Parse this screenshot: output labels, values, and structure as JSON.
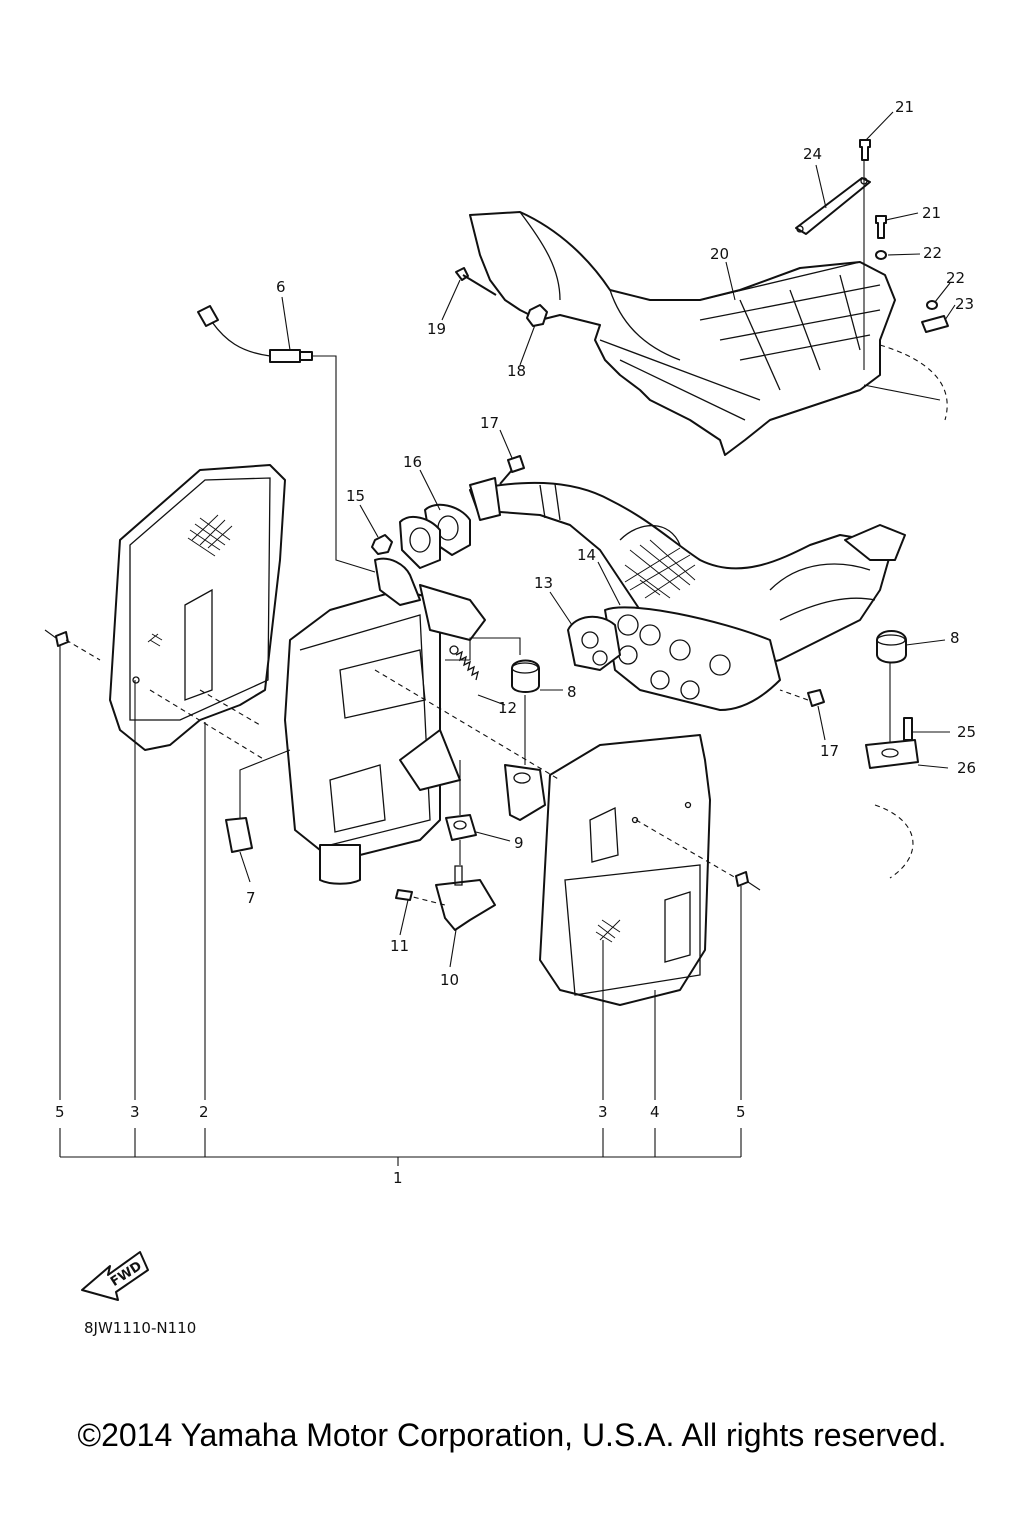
{
  "diagram": {
    "callouts": {
      "c1": "1",
      "c2": "2",
      "c3a": "3",
      "c3b": "3",
      "c4": "4",
      "c5a": "5",
      "c5b": "5",
      "c6": "6",
      "c7": "7",
      "c8a": "8",
      "c8b": "8",
      "c9": "9",
      "c10": "10",
      "c11": "11",
      "c12": "12",
      "c13": "13",
      "c14": "14",
      "c15": "15",
      "c16": "16",
      "c17a": "17",
      "c17b": "17",
      "c18": "18",
      "c19": "19",
      "c20": "20",
      "c21a": "21",
      "c21b": "21",
      "c22a": "22",
      "c22b": "22",
      "c23": "23",
      "c24": "24",
      "c25": "25",
      "c26": "26"
    },
    "fwd_label": "FWD",
    "diagram_code": "8JW1110-N110"
  },
  "footer": {
    "copyright": "©2014 Yamaha Motor Corporation, U.S.A. All rights reserved."
  }
}
